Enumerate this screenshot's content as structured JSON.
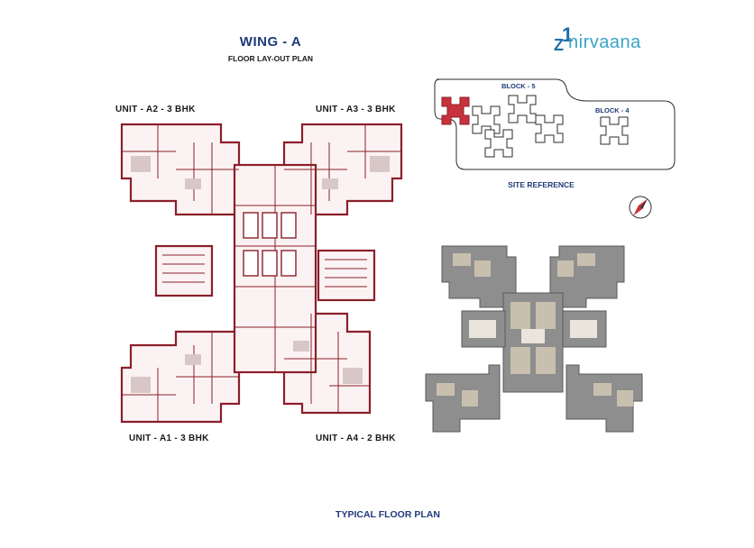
{
  "header": {
    "title": "WING - A",
    "subtitle": "FLOOR LAY-OUT PLAN"
  },
  "logo": {
    "mark_z": "Z",
    "mark_one": "1",
    "name": "nirvaana"
  },
  "units": {
    "a2": "UNIT - A2 - 3 BHK",
    "a3": "UNIT - A3 - 3 BHK",
    "a1": "UNIT - A1 - 3 BHK",
    "a4": "UNIT - A4 - 2 BHK"
  },
  "site": {
    "block5": "BLOCK - 5",
    "block4": "BLOCK - 4",
    "caption": "SITE REFERENCE"
  },
  "footer": {
    "title": "TYPICAL FLOOR PLAN"
  },
  "colors": {
    "accent_blue": "#1f3a7a",
    "wall_red": "#8b1f2a",
    "highlight_red": "#c8323c"
  }
}
